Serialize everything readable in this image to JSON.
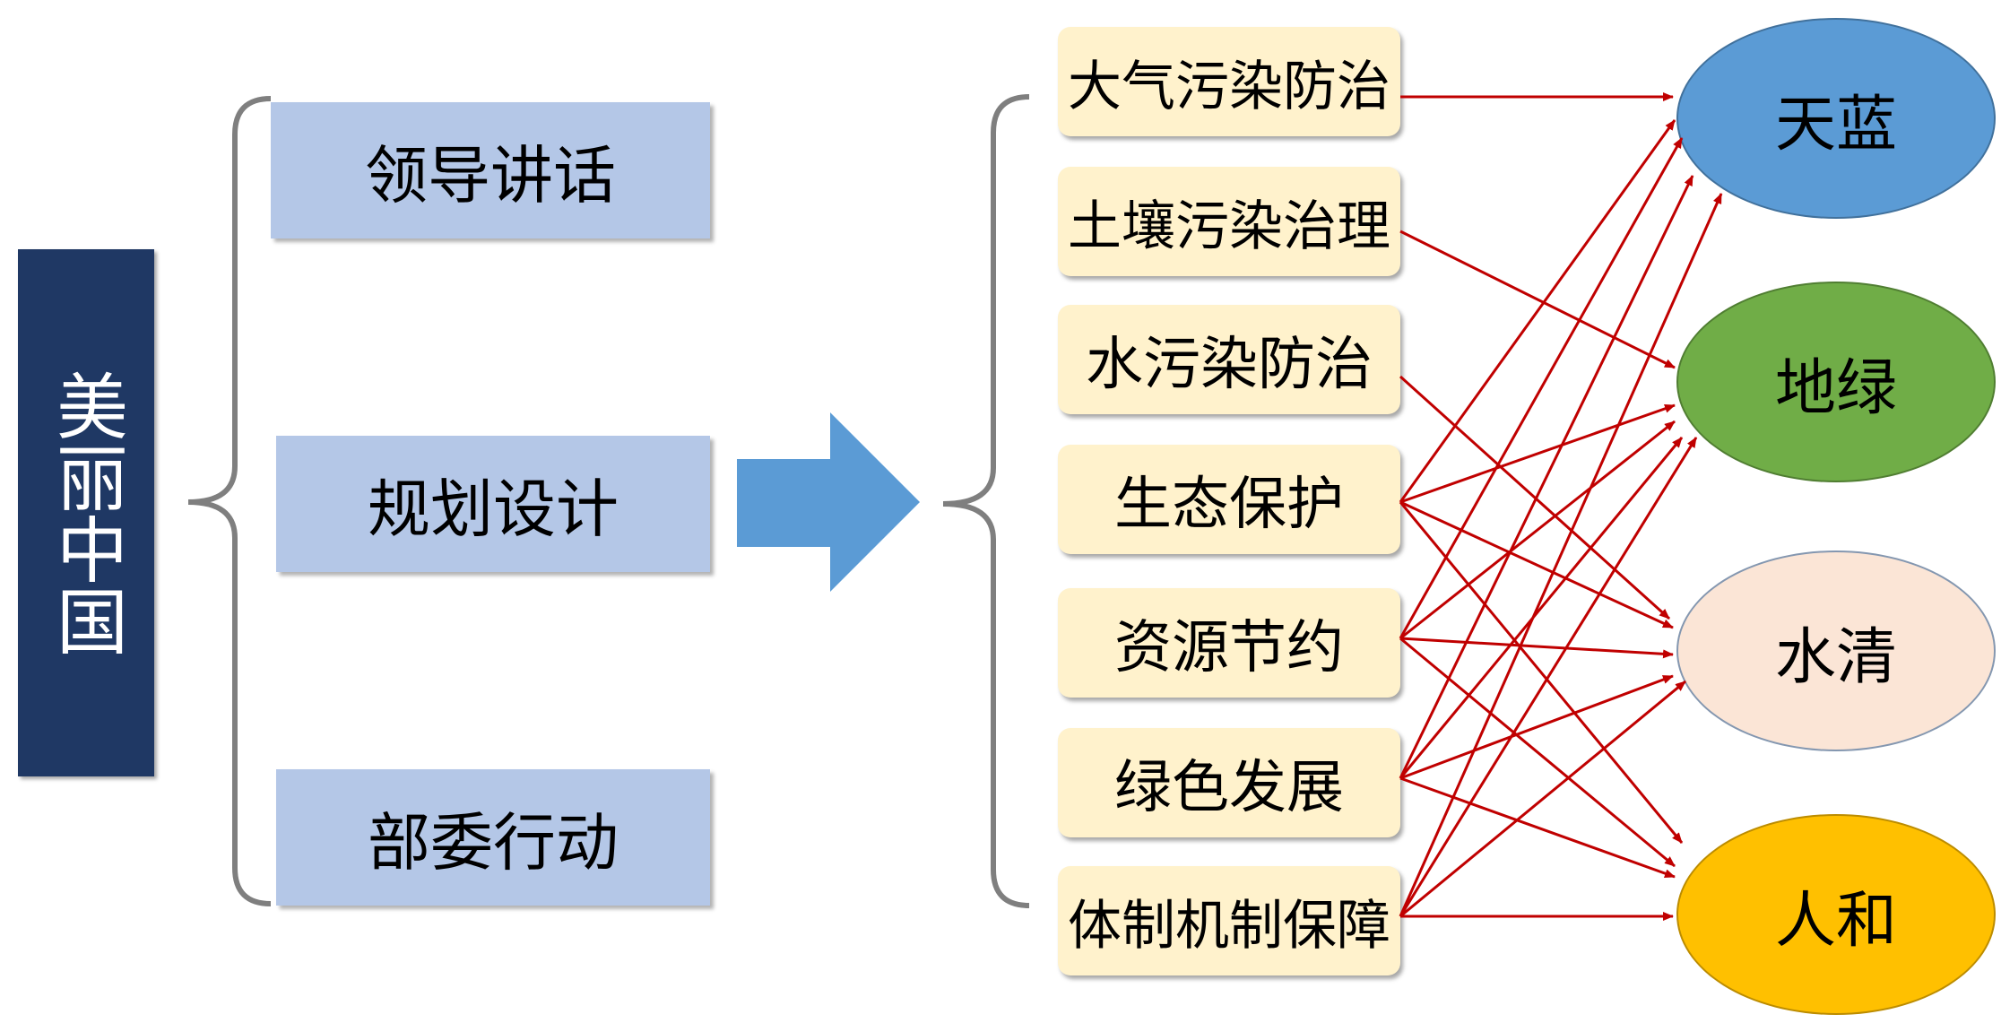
{
  "root": {
    "label": "美丽中国"
  },
  "sources": [
    {
      "label": "领导讲话"
    },
    {
      "label": "规划设计"
    },
    {
      "label": "部委行动"
    }
  ],
  "measures": [
    {
      "label": "大气污染防治"
    },
    {
      "label": "土壤污染治理"
    },
    {
      "label": "水污染防治"
    },
    {
      "label": "生态保护"
    },
    {
      "label": "资源节约"
    },
    {
      "label": "绿色发展"
    },
    {
      "label": "体制机制保障"
    }
  ],
  "goals": [
    {
      "label": "天蓝",
      "color": "#5b9bd5"
    },
    {
      "label": "地绿",
      "color": "#70ad47"
    },
    {
      "label": "水清",
      "color": "#fbe5d6"
    },
    {
      "label": "人和",
      "color": "#ffc000"
    }
  ],
  "links": [
    {
      "from": "大气污染防治",
      "to": "天蓝"
    },
    {
      "from": "土壤污染治理",
      "to": "地绿"
    },
    {
      "from": "水污染防治",
      "to": "水清"
    },
    {
      "from": "生态保护",
      "to": "天蓝"
    },
    {
      "from": "生态保护",
      "to": "地绿"
    },
    {
      "from": "生态保护",
      "to": "水清"
    },
    {
      "from": "生态保护",
      "to": "人和"
    },
    {
      "from": "资源节约",
      "to": "天蓝"
    },
    {
      "from": "资源节约",
      "to": "地绿"
    },
    {
      "from": "资源节约",
      "to": "水清"
    },
    {
      "from": "资源节约",
      "to": "人和"
    },
    {
      "from": "绿色发展",
      "to": "天蓝"
    },
    {
      "from": "绿色发展",
      "to": "地绿"
    },
    {
      "from": "绿色发展",
      "to": "水清"
    },
    {
      "from": "绿色发展",
      "to": "人和"
    },
    {
      "from": "体制机制保障",
      "to": "天蓝"
    },
    {
      "from": "体制机制保障",
      "to": "地绿"
    },
    {
      "from": "体制机制保障",
      "to": "水清"
    },
    {
      "from": "体制机制保障",
      "to": "人和"
    }
  ],
  "colors": {
    "root_bg": "#1f3864",
    "source_bg": "#b4c7e7",
    "measure_bg": "#fff2cc",
    "big_arrow": "#5b9bd5",
    "link": "#c00000",
    "brace": "#7f7f7f"
  }
}
